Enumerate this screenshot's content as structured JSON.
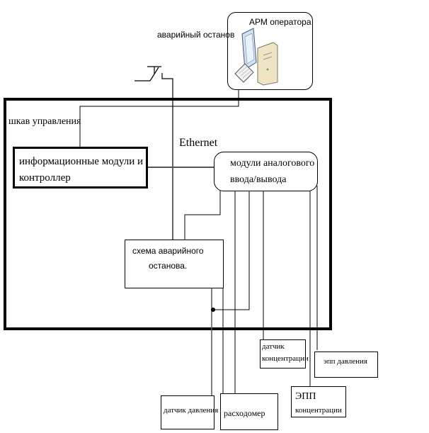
{
  "diagram": {
    "operator_station": {
      "label": "АРМ оператора",
      "icon": "computer-workstation-icon"
    },
    "emergency_stop": {
      "label": "аварийный останов",
      "icon": "switch-icon"
    },
    "cabinet": {
      "label": "шкав управления"
    },
    "network": {
      "label": "Ethernet"
    },
    "info_modules": {
      "line1": "информационные модули и",
      "line2": "контроллер"
    },
    "analog_io": {
      "line1": "модули аналогового",
      "line2": "ввода/вывода"
    },
    "estop_circuit": {
      "line1": "схема аварийного",
      "line2": "останова."
    },
    "field_devices": {
      "pressure_sensor": "датчик давления",
      "flowmeter": "расходомер",
      "concentration_sensor": {
        "line1": "датчик",
        "line2": "концентрации"
      },
      "pressure_epp": "эпп давления",
      "concentration_epp": {
        "line1": "ЭПП",
        "line2": "концентрации"
      }
    },
    "colors": {
      "line": "#000000",
      "background": "#ffffff",
      "monitor": "#cfe3f7",
      "tower": "#efe4c3"
    }
  }
}
